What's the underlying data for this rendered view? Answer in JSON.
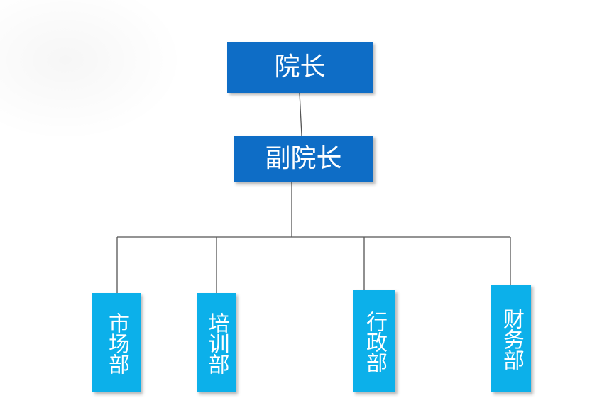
{
  "org_chart": {
    "root": {
      "label": "院长"
    },
    "level2": {
      "label": "副院长"
    },
    "departments": [
      {
        "label": "市场部"
      },
      {
        "label": "培训部"
      },
      {
        "label": "行政部"
      },
      {
        "label": "财务部"
      }
    ]
  },
  "colors": {
    "primary_box": "#0e6dc6",
    "department_box": "#0cb0ea",
    "connector": "#555555",
    "text": "#ffffff"
  }
}
